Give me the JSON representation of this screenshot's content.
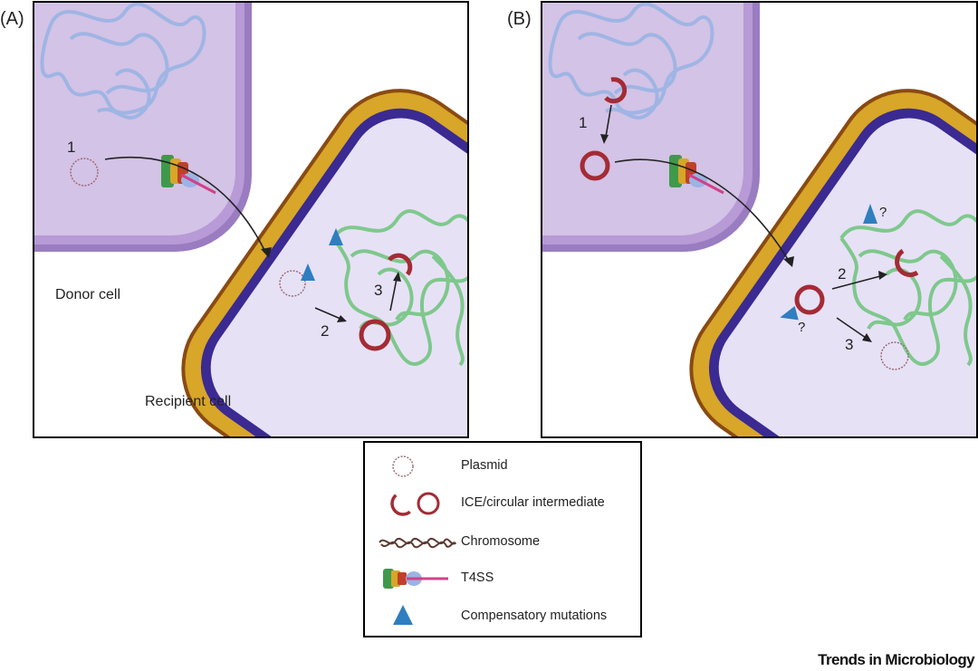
{
  "panel_a": {
    "label": "(A)",
    "step_1": "1",
    "step_2": "2",
    "step_3": "3",
    "donor_label": "Donor cell",
    "recipient_label": "Recipient cell"
  },
  "panel_b": {
    "label": "(B)",
    "step_1": "1",
    "step_2": "2",
    "step_3": "3",
    "question_1": "?",
    "question_2": "?"
  },
  "legend": {
    "items": [
      {
        "label": "Plasmid",
        "icon": "plasmid-icon"
      },
      {
        "label": "ICE/circular intermediate",
        "icon": "ice-circular-intermediate-icon"
      },
      {
        "label": "Chromosome",
        "icon": "chromosome-icon"
      },
      {
        "label": "T4SS",
        "icon": "t4ss-icon"
      },
      {
        "label": "Compensatory mutations",
        "icon": "compensatory-mutation-icon"
      }
    ]
  },
  "journal_name": "Trends in Microbiology",
  "colors": {
    "donor_outer": "#9a7cc0",
    "donor_inner": "#c8b5de",
    "recipient_outer_brown": "#8a4a12",
    "recipient_gold": "#d8a628",
    "recipient_purple": "#3a2a92",
    "recipient_cytoplasm": "#e7e1f6",
    "chromosome_green": "#6cc47a",
    "donor_chromosome_blue": "#9ab4e4",
    "ice_red": "#a42b35",
    "mutation_blue": "#2f7ebf"
  }
}
